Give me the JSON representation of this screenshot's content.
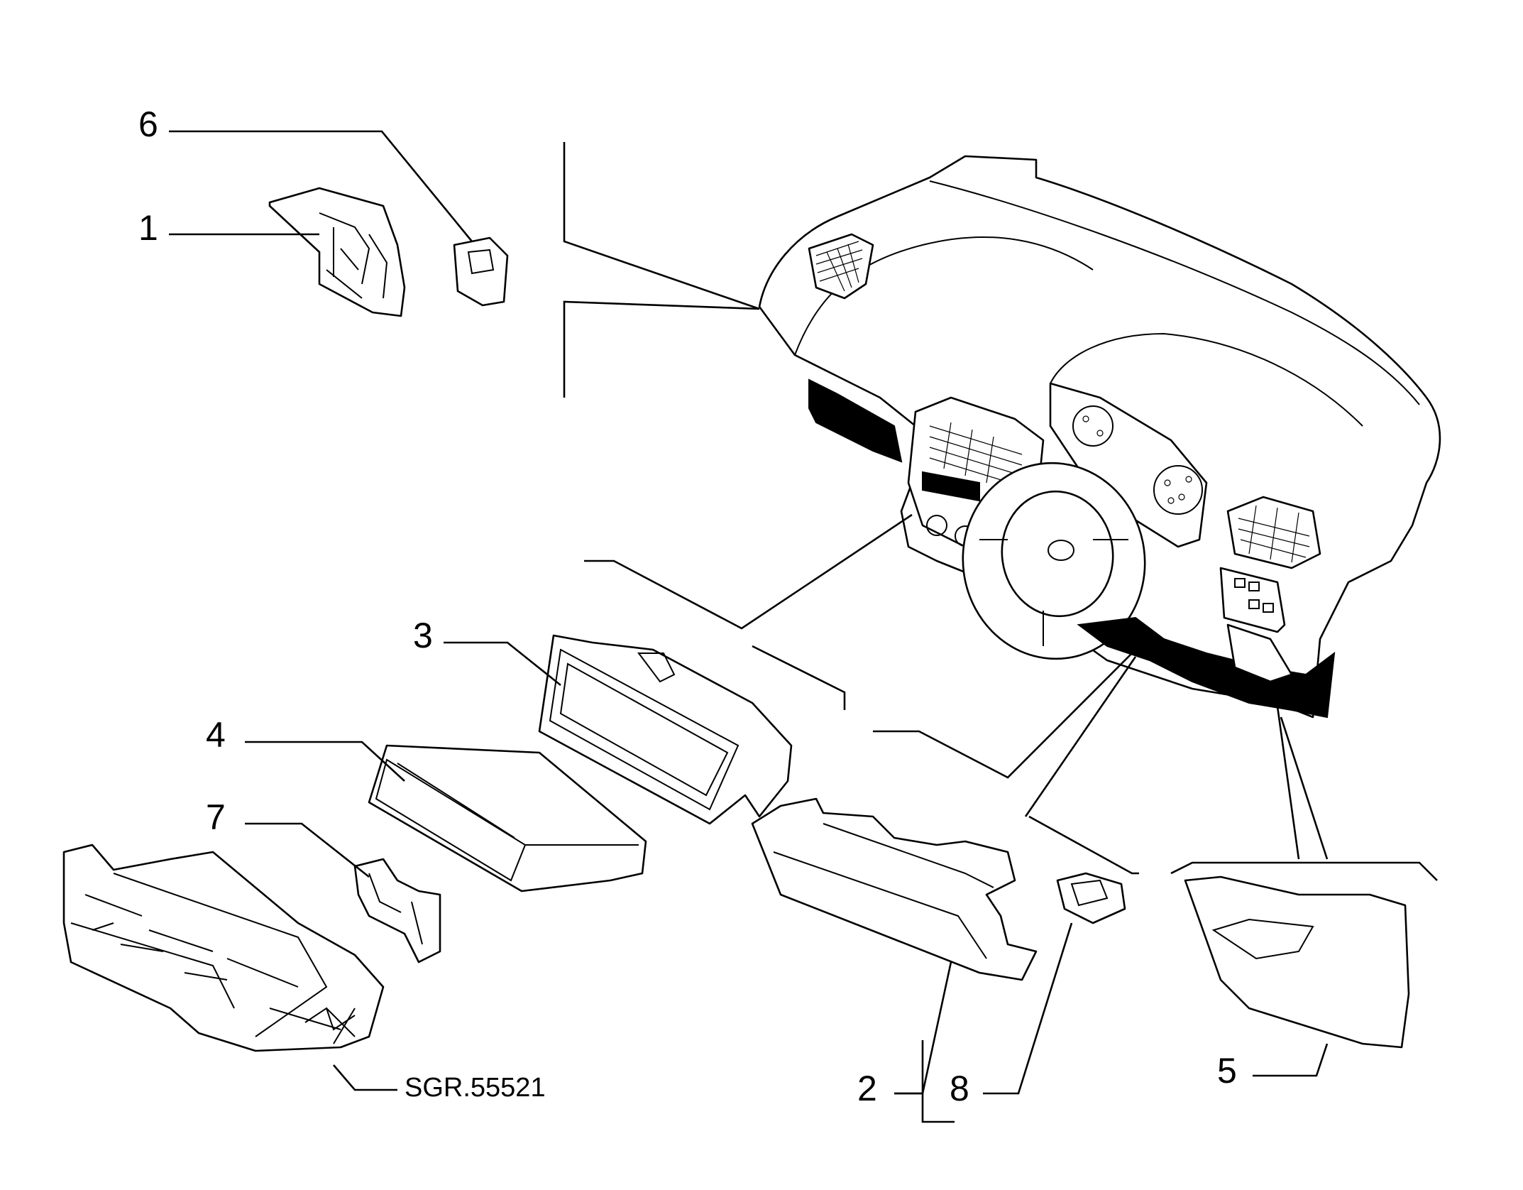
{
  "drawing": {
    "code": "SGR.55521",
    "callouts": {
      "c1": "1",
      "c2": "2",
      "c3": "3",
      "c4": "4",
      "c5": "5",
      "c6": "6",
      "c7": "7",
      "c8": "8"
    }
  },
  "colors": {
    "ink": "#000000",
    "paper": "#ffffff"
  }
}
